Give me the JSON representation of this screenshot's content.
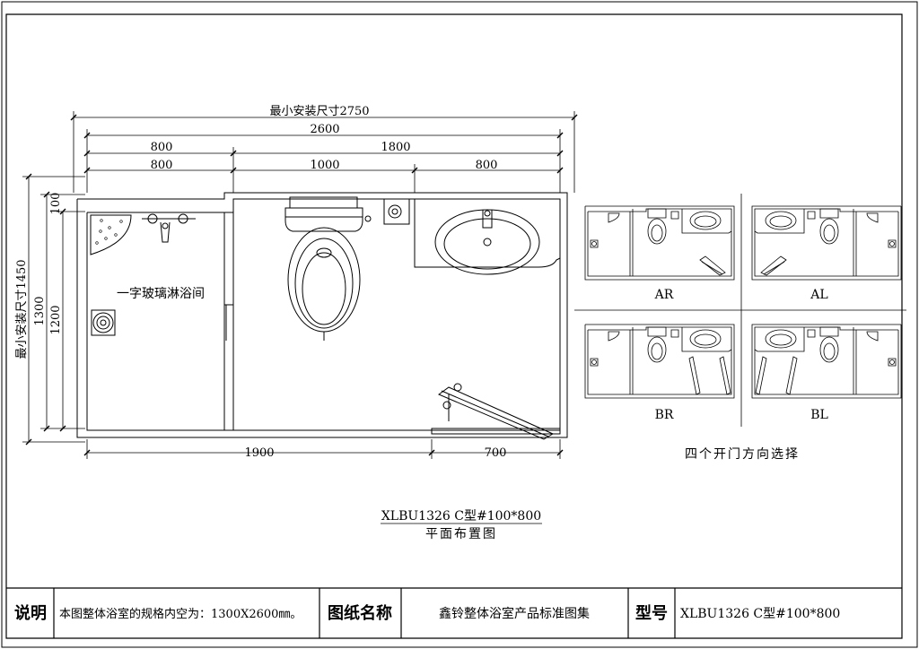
{
  "dimensions": {
    "min_install_width": "最小安装尺寸2750",
    "total_width": "2600",
    "seg_top_left": "800",
    "seg_top_right": "1800",
    "seg_mid_left": "800",
    "seg_mid_center": "1000",
    "seg_mid_right": "800",
    "seg_bottom_left": "1900",
    "seg_bottom_right": "700",
    "min_install_height": "最小安装尺寸1450",
    "height_1300": "1300",
    "height_1200": "1200",
    "height_100": "100"
  },
  "labels": {
    "glass_shower": "一字玻璃淋浴间",
    "door_options": [
      "AR",
      "AL",
      "BR",
      "BL"
    ],
    "door_caption": "四个开门方向选择",
    "model_title": "XLBU1326 C型#100*800",
    "plan_title": "平面布置图"
  },
  "title_block": {
    "notes_label": "说明",
    "notes_text": "本图整体浴室的规格内空为：1300X2600㎜。",
    "drawing_name_label": "图纸名称",
    "drawing_name": "鑫铃整体浴室产品标准图集",
    "model_label": "型号",
    "model_value": "XLBU1326 C型#100*800"
  }
}
